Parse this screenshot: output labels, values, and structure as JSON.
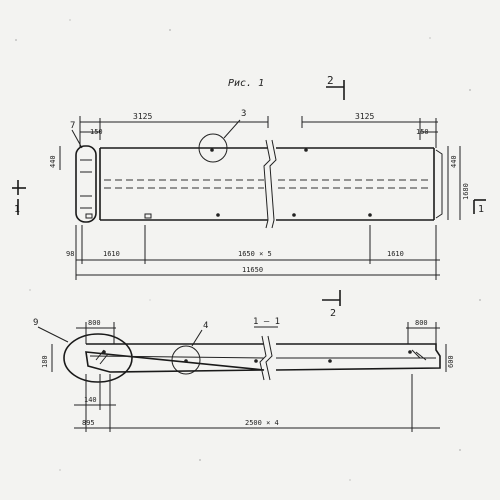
{
  "figure": {
    "title": "Рис. 1",
    "section_top_marker": "2",
    "section_bottom_marker": "2",
    "left_section_marker": "1",
    "right_section_marker": "1",
    "section_label": "1 — 1"
  },
  "plan_dims": {
    "top_left_span": "3125",
    "top_right_span": "3125",
    "edge_left": "150",
    "edge_right": "150",
    "callout_3": "3",
    "callout_7": "7",
    "side_left_small": "440",
    "side_right_small": "440",
    "side_right_height": "1680",
    "bottom_first": "98",
    "bottom_a": "1610",
    "bottom_mid": "1650 × 5",
    "bottom_b": "1610",
    "bottom_total": "11650"
  },
  "section_dims": {
    "callout_9": "9",
    "callout_4": "4",
    "left_top": "800",
    "right_top": "800",
    "left_height": "180",
    "right_height": "600",
    "bottom_small": "140",
    "bottom_first": "895",
    "bottom_mid": "2500 × 4"
  }
}
